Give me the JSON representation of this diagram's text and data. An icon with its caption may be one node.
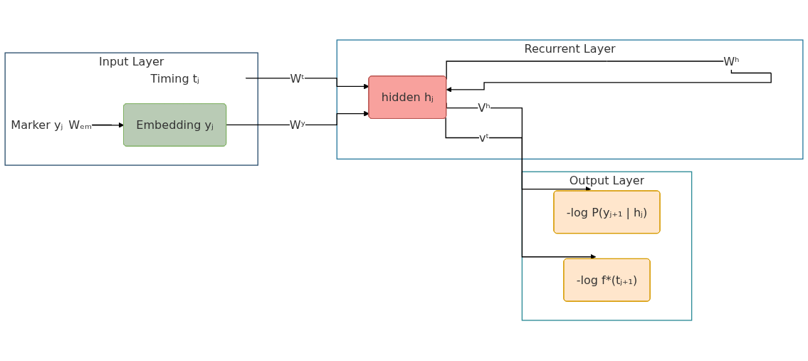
{
  "diagram": {
    "nodes": [
      {
        "text": [
          "Input Layer"
        ]
      },
      {
        "text": [
          "Timing tⱼ"
        ],
        "in": 0
      },
      {
        "text": [
          "Marker yⱼ"
        ],
        "in": 0
      },
      {
        "text": [
          "Embedding yⱼ"
        ],
        "in": 0
      },
      {
        "text": [
          "Recurrent Layer"
        ]
      },
      {
        "text": [
          "hidden hⱼ"
        ],
        "in": 4
      },
      {
        "text": [
          "Output Layer"
        ]
      },
      {
        "text": [
          "-log P(yⱼ₊₁ | hⱼ)"
        ],
        "in": 6
      },
      {
        "text": [
          "-log f*(tⱼ₊₁)"
        ],
        "in": 6
      }
    ],
    "edges": [
      {
        "from": 1,
        "to": 5,
        "arrow": "to",
        "label": "Wᵗ"
      },
      {
        "from": 2,
        "to": 3,
        "arrow": "to",
        "label": "Wₑₘ"
      },
      {
        "from": 3,
        "to": 5,
        "arrow": "to",
        "label": "Wʸ"
      },
      {
        "from": 5,
        "to": 5,
        "arrow": "to",
        "label": "Wʰ"
      },
      {
        "from": 5,
        "to": 7,
        "arrow": "to",
        "label": "Vʰ"
      },
      {
        "from": 5,
        "to": 8,
        "arrow": "to",
        "label": "vᵗ"
      }
    ]
  }
}
